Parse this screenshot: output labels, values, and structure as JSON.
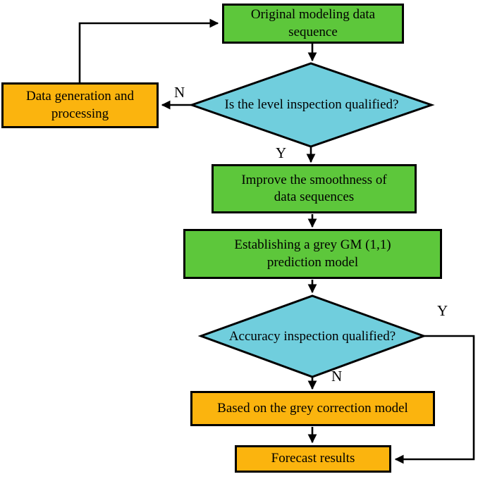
{
  "colors": {
    "process": "#5dc73b",
    "action": "#fbb40e",
    "decision": "#70cedd",
    "line": "#000000",
    "background": "#ffffff"
  },
  "nodes": {
    "original": {
      "label": "Original modeling data sequence"
    },
    "level_check": {
      "label": "Is the level inspection qualified?"
    },
    "data_generation": {
      "label": "Data generation and processing"
    },
    "smoothness": {
      "label": "Improve the smoothness of data sequences"
    },
    "gm_model": {
      "label": "Establishing a grey GM (1,1) prediction model"
    },
    "accuracy_check": {
      "label": "Accuracy inspection qualified?"
    },
    "correction": {
      "label": "Based on the grey correction model"
    },
    "forecast": {
      "label": "Forecast results"
    }
  },
  "edge_labels": {
    "level_no": "N",
    "level_yes": "Y",
    "accuracy_yes": "Y",
    "accuracy_no": "N"
  }
}
